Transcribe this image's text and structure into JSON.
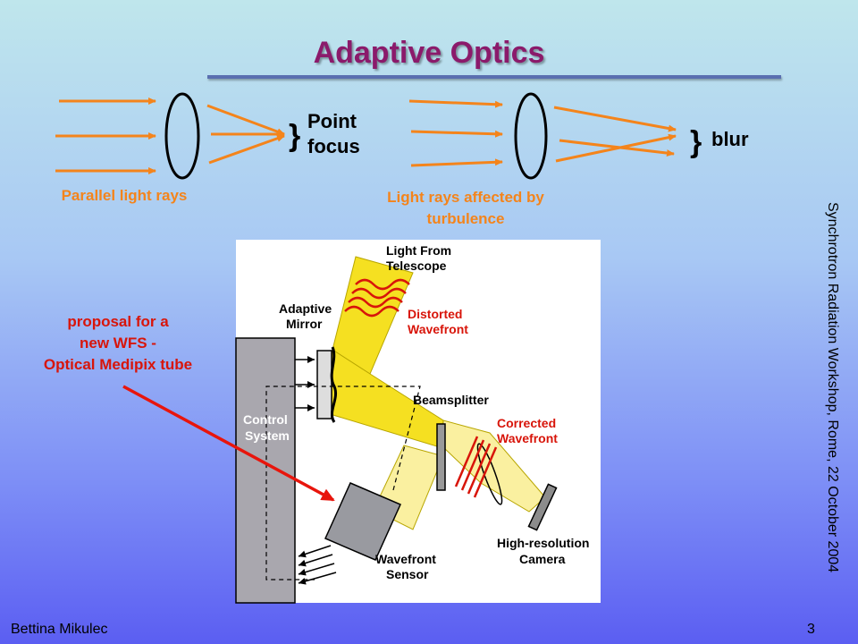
{
  "slide": {
    "title": "Adaptive Optics",
    "side_text": "Synchrotron Radiation Workshop, Rome, 22 October 2004",
    "author": "Bettina Mikulec",
    "page_number": "3"
  },
  "top_diagram": {
    "left_caption": "Parallel light rays",
    "left_result_line1": "Point",
    "left_result_line2": "focus",
    "right_caption_line1": "Light rays affected by",
    "right_caption_line2": "turbulence",
    "right_result": "blur"
  },
  "proposal": {
    "line1": "proposal for a",
    "line2": "new WFS -",
    "line3": "Optical Medipix tube"
  },
  "schematic": {
    "light_from_1": "Light From",
    "light_from_2": "Telescope",
    "adaptive_1": "Adaptive",
    "adaptive_2": "Mirror",
    "distorted_1": "Distorted",
    "distorted_2": "Wavefront",
    "beamsplitter": "Beamsplitter",
    "control_1": "Control",
    "control_2": "System",
    "corrected_1": "Corrected",
    "corrected_2": "Wavefront",
    "hires_1": "High-resolution",
    "hires_2": "Camera",
    "wfs_1": "Wavefront",
    "wfs_2": "Sensor"
  },
  "colors": {
    "title": "#8b1a6b",
    "ray": "#f4841b",
    "pointer": "#e8150c",
    "distorted": "#d8150a"
  }
}
